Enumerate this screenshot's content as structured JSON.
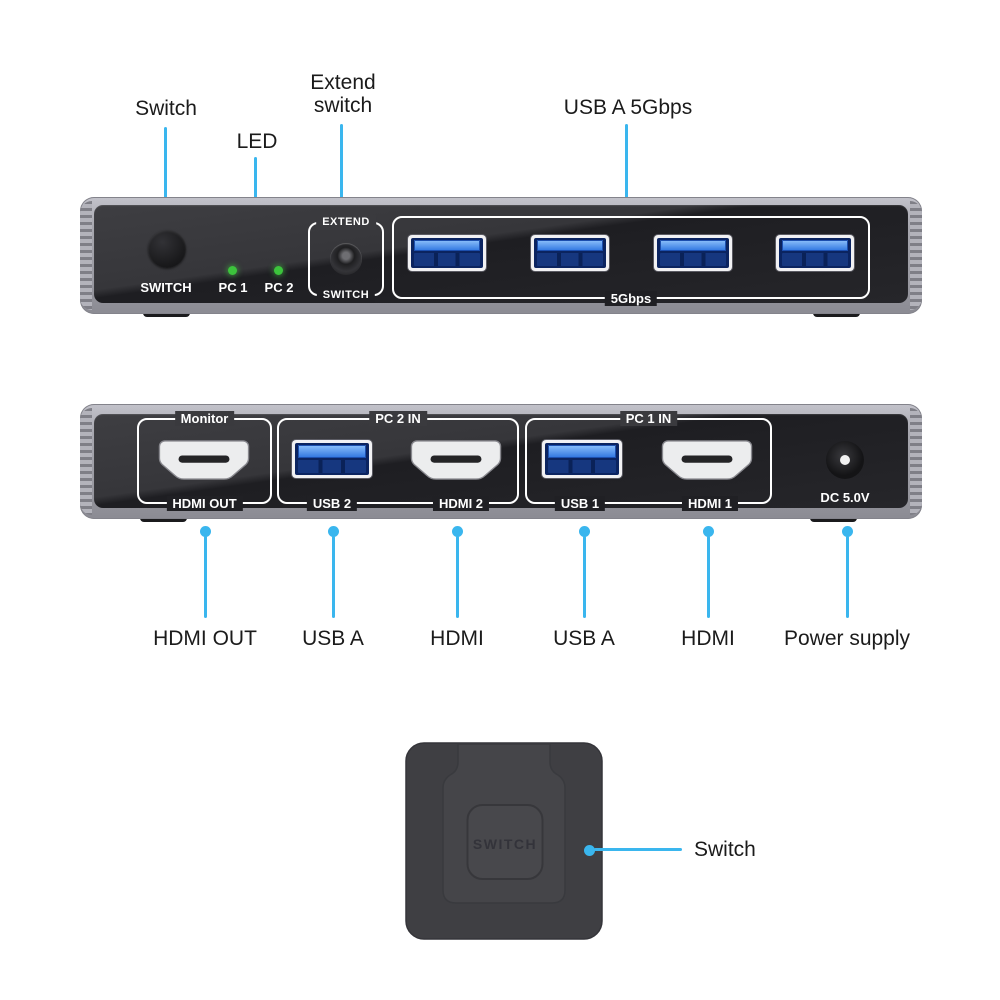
{
  "colors": {
    "accent": "#3ab6ee",
    "led_green": "#3cc43c",
    "chassis": "#a7a7af",
    "panel_face": "#2a2a2e"
  },
  "front_panel": {
    "switch_button": "SWITCH",
    "led1": "PC 1",
    "led2": "PC 2",
    "extend_top": "EXTEND",
    "extend_bottom": "SWITCH",
    "usb_speed": "5Gbps",
    "usb_port_count": 4
  },
  "rear_panel": {
    "monitor_top": "Monitor",
    "monitor_bottom": "HDMI OUT",
    "pc2_top": "PC 2 IN",
    "pc2_usb": "USB 2",
    "pc2_hdmi": "HDMI 2",
    "pc1_top": "PC 1 IN",
    "pc1_usb": "USB 1",
    "pc1_hdmi": "HDMI 1",
    "power": "DC 5.0V"
  },
  "remote": {
    "button": "SWITCH"
  },
  "callouts": {
    "top": [
      {
        "label": "Switch"
      },
      {
        "label": "LED"
      },
      {
        "label": "Extend switch"
      },
      {
        "label": "USB A 5Gbps"
      }
    ],
    "bottom": [
      {
        "label": "HDMI OUT"
      },
      {
        "label": "USB A"
      },
      {
        "label": "HDMI"
      },
      {
        "label": "USB A"
      },
      {
        "label": "HDMI"
      },
      {
        "label": "Power supply"
      }
    ],
    "remote": {
      "label": "Switch"
    }
  }
}
